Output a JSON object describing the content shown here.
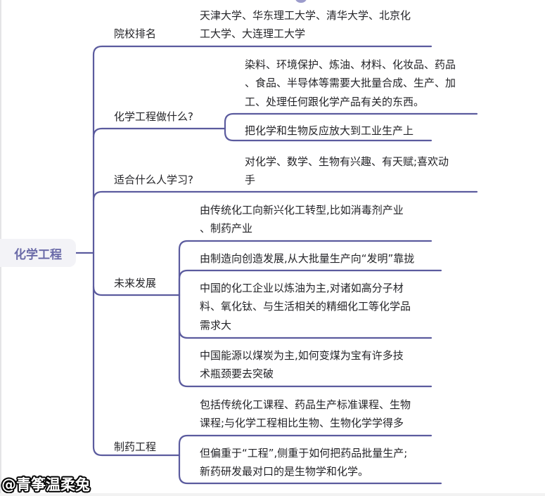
{
  "colors": {
    "line": "#5b5b9e",
    "root_bg": "#f3f3f7",
    "root_text": "#6a6aa8",
    "text": "#242428"
  },
  "root": {
    "label": "化学工程"
  },
  "branches": [
    {
      "label": "院校排名",
      "children": [
        {
          "text": "天津大学、华东理工大学、清华大学、北京化\n工大学、大连理工大学"
        }
      ]
    },
    {
      "label": "化学工程做什么?",
      "children": [
        {
          "text": "染料、环境保护、炼油、材料、化妆品、药品\n、食品、半导体等需要大批量合成、生产、加\n工、处理任何跟化学产品有关的东西。"
        },
        {
          "text": "把化学和生物反应放大到工业生产上"
        }
      ]
    },
    {
      "label": "适合什么人学习?",
      "children": [
        {
          "text": "对化学、数学、生物有兴趣、有天赋;喜欢动\n手"
        }
      ]
    },
    {
      "label": "未来发展",
      "children": [
        {
          "text": "由传统化工向新兴化工转型,比如消毒剂产业\n、制药产业"
        },
        {
          "text": "由制造向创造发展,从大批量生产向“发明”靠拢"
        },
        {
          "text": "中国的化工企业以炼油为主,对诸如高分子材\n料、氧化钛、与生活相关的精细化工等化学品\n需求大"
        },
        {
          "text": "中国能源以煤炭为主,如何变煤为宝有许多技\n术瓶颈要去突破"
        }
      ]
    },
    {
      "label": "制药工程",
      "children": [
        {
          "text": "包括传统化工课程、药品生产标准课程、生物\n课程;与化学工程相比生物、生物化学学得多"
        },
        {
          "text": "但偏重于“工程”,侧重于如何把药品批量生产;\n新药研发最对口的是生物学和化学。"
        }
      ]
    }
  ],
  "watermark": "@青筝温柔兔"
}
